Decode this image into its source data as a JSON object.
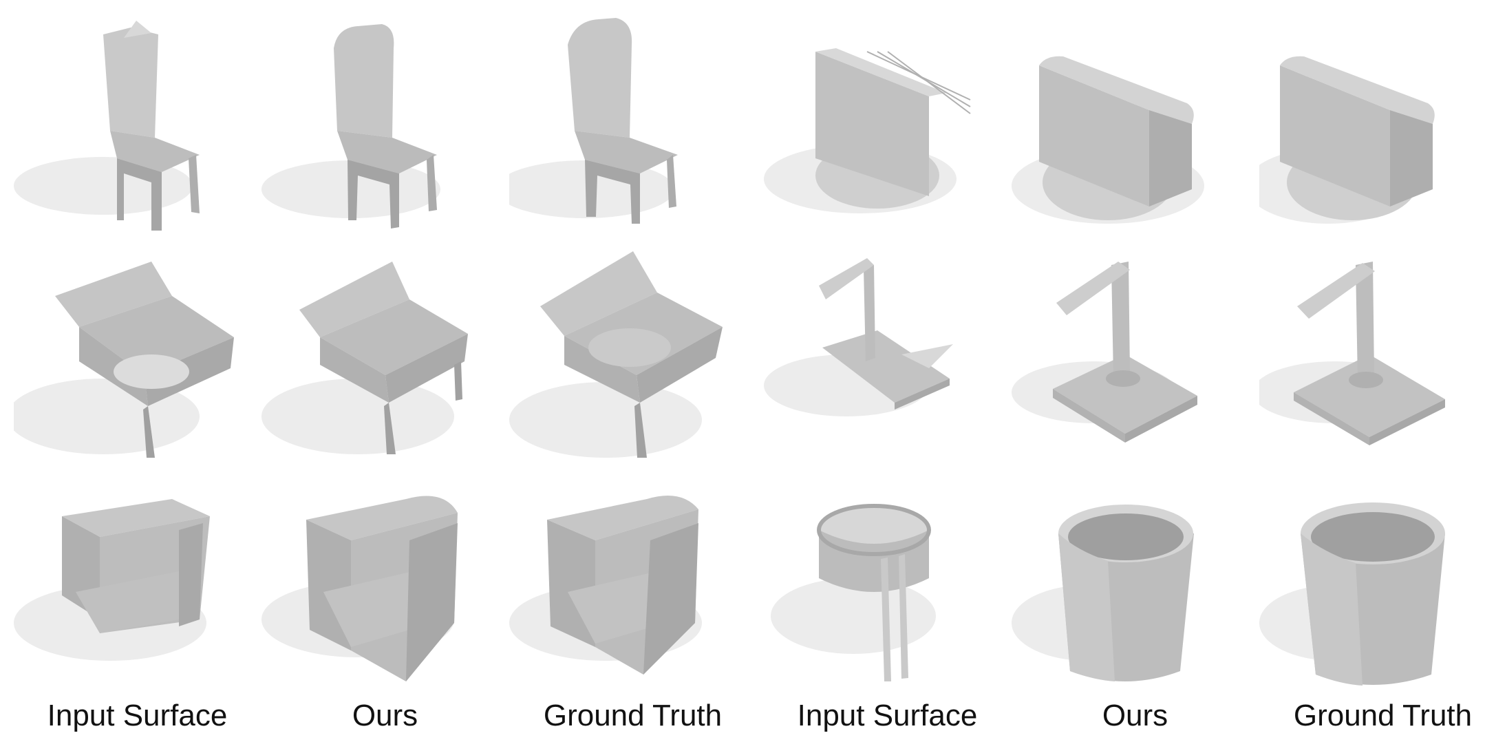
{
  "figure": {
    "columns": [
      {
        "label": "Input Surface"
      },
      {
        "label": "Ours"
      },
      {
        "label": "Ground Truth"
      },
      {
        "label": "Input Surface"
      },
      {
        "label": "Ours"
      },
      {
        "label": "Ground Truth"
      }
    ],
    "rows": [
      {
        "objects": [
          "chair",
          "monitor"
        ]
      },
      {
        "objects": [
          "armchair",
          "desk-lamp"
        ]
      },
      {
        "objects": [
          "sofa-chair",
          "bin"
        ]
      }
    ],
    "colors": {
      "surface": "#b9b9b9",
      "surface_light": "#d2d2d2",
      "surface_dark": "#9d9d9d",
      "shadow": "#ececec",
      "background": "#ffffff"
    }
  }
}
